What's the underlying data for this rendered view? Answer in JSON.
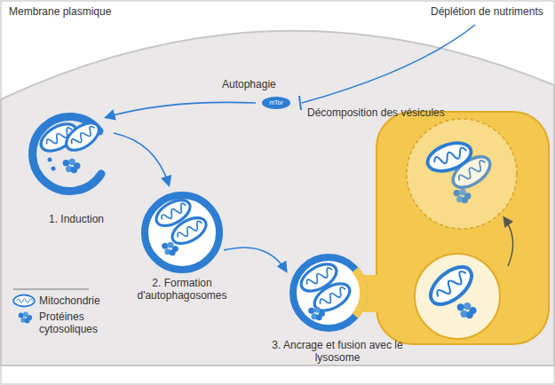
{
  "diagram": {
    "nodes": [
      {
        "text": [
          "mTor"
        ]
      }
    ],
    "labels": [
      "Membrane plasmique",
      "Déplétion de nutriments",
      "Autophagie",
      "Décomposition des vésicules",
      "1. Induction",
      "2. Formation d'autophagosomes",
      "3. Ancrage et fusion avec le lysosome"
    ],
    "legend": [
      {
        "text": "Mitochondrie"
      },
      {
        "text": "Protéines cytosoliques"
      }
    ]
  }
}
